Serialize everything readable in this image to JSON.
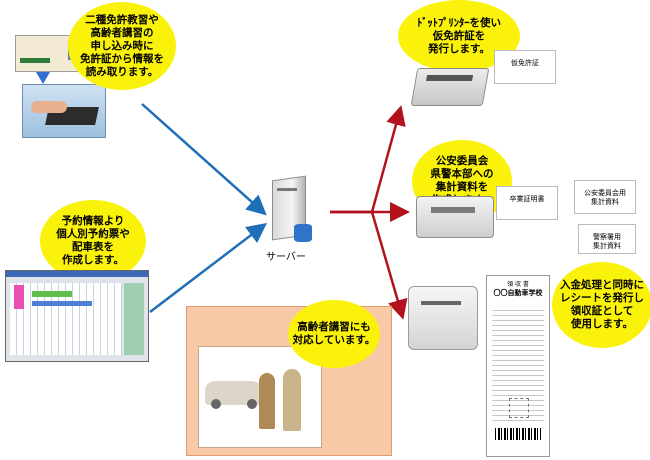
{
  "bubbles": {
    "license_reader": "二種免許教習や\n高齢者講習の\n申し込み時に\n免許証から情報を\n読み取ります。",
    "reservation": "予約情報より\n個人別予約票や\n配車表を\n作成します。",
    "dot_printer": "ﾄﾞｯﾄﾌﾟﾘﾝﾀｰを使い\n仮免許証を\n発行します。",
    "laser_printer": "公安委員会\n県警本部への\n集計資料を\n作成します。",
    "receipt_printer": "入金処理と同時に\nレシートを発行し\n領収証として\n使用します。",
    "elderly": "高齢者講習にも\n対応しています。"
  },
  "server_label": "サーバー",
  "documents": {
    "provisional_license": "仮免許証",
    "graduation_cert": "卒業証明書",
    "commission_report": "公安委員会用\n集計資料",
    "police_report": "警察署用\n集計資料"
  },
  "receipt": {
    "title": "領 収 書",
    "school": "〇〇自動車学校"
  },
  "colors": {
    "blue_arrow": "#1f6fb8",
    "red_arrow": "#b3121c",
    "bubble": "#fbf20c",
    "elderly_panel": "#f7c9a7"
  }
}
